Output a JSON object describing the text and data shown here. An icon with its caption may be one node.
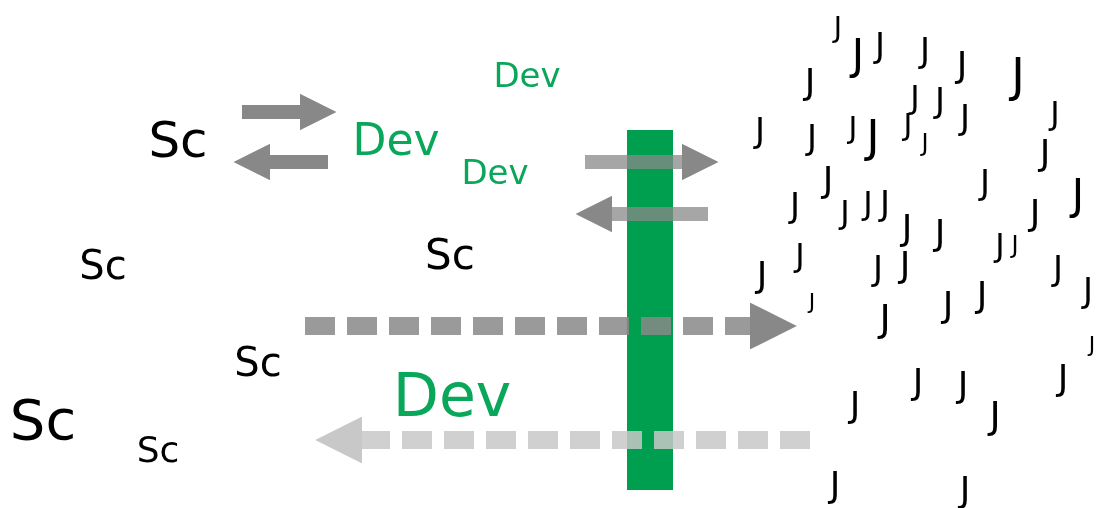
{
  "diagram": {
    "nodes": [
      {
        "text": [],
        "shape": "bar"
      }
    ],
    "labels": [
      "J",
      "Dev",
      "J",
      "J",
      "J",
      "J",
      "J",
      "J",
      "J",
      "J",
      "J",
      "J",
      "Sc",
      "Dev",
      "J",
      "J",
      "J",
      "J",
      "J",
      "J",
      "J",
      "Dev",
      "J",
      "J",
      "J",
      "J",
      "J",
      "J",
      "J",
      "J",
      "J",
      "J",
      "Sc",
      "Sc",
      "J",
      "J",
      "J",
      "J",
      "J",
      "J",
      "J",
      "J",
      "J",
      "J",
      "J",
      "J",
      "J",
      "Sc",
      "Dev",
      "J",
      "J",
      "J",
      "Sc",
      "J",
      "J",
      "Sc",
      "J",
      "J"
    ]
  }
}
